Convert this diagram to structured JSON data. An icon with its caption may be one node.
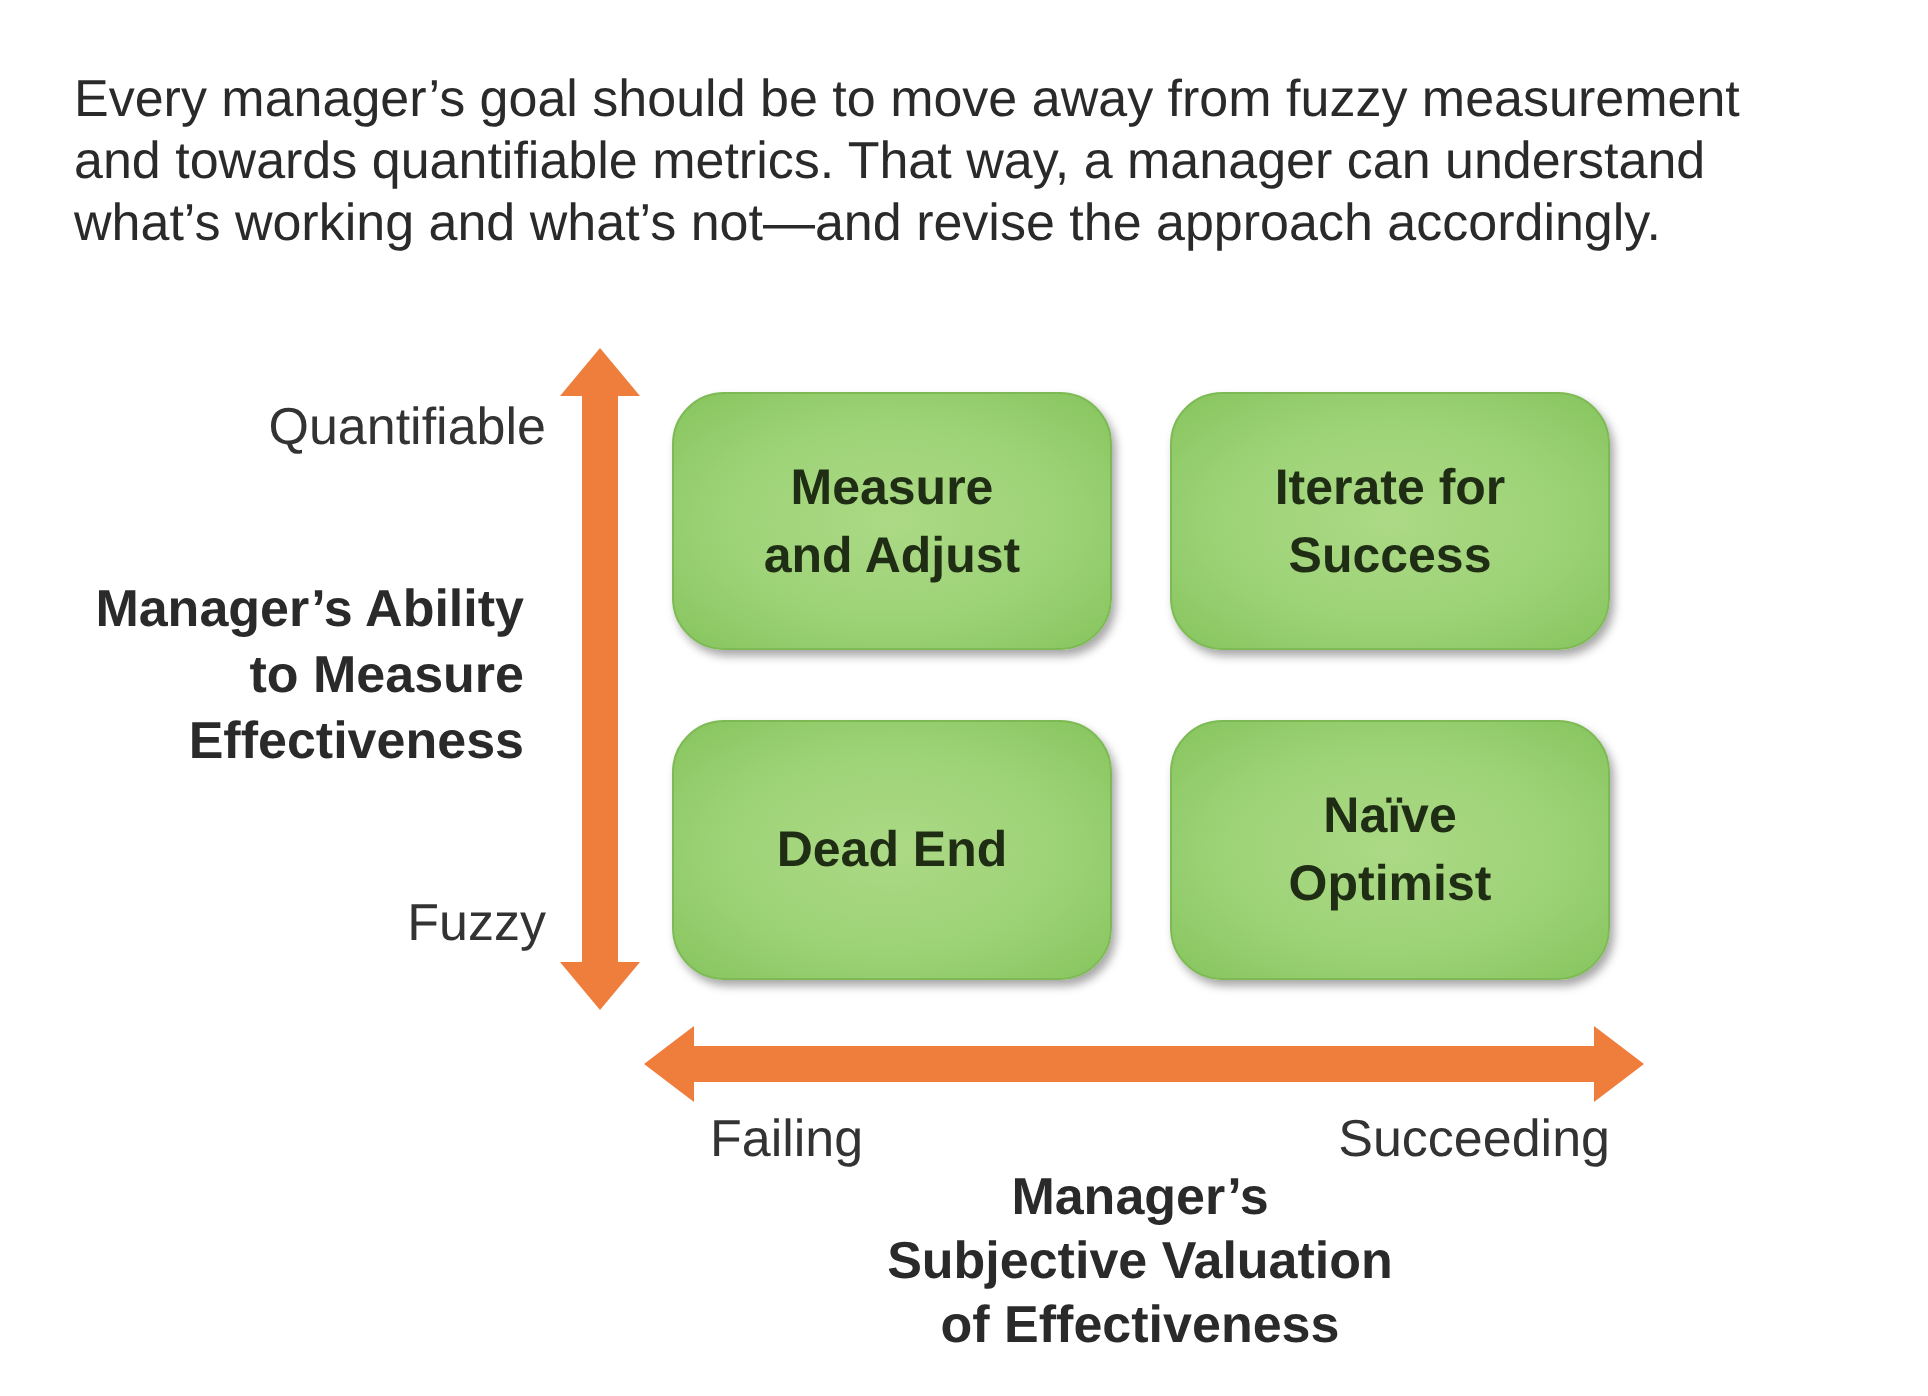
{
  "diagram": {
    "caption": "Every manager’s goal should be to move away from fuzzy measurement and towards quantifiable metrics. That way, a manager can understand what’s working and what’s not—and revise the approach accordingly.",
    "nodes": [
      {
        "text": [
          "Measure and Adjust"
        ]
      },
      {
        "text": [
          "Iterate for Success"
        ]
      },
      {
        "text": [
          "Dead End"
        ]
      },
      {
        "text": [
          "Naïve Optimist"
        ]
      }
    ],
    "labels": [
      "Quantifiable",
      "Manager’s Ability to Measure Effectiveness",
      "Fuzzy",
      "Failing",
      "Succeeding",
      "Manager’s Subjective Valuation of Effectiveness"
    ]
  }
}
